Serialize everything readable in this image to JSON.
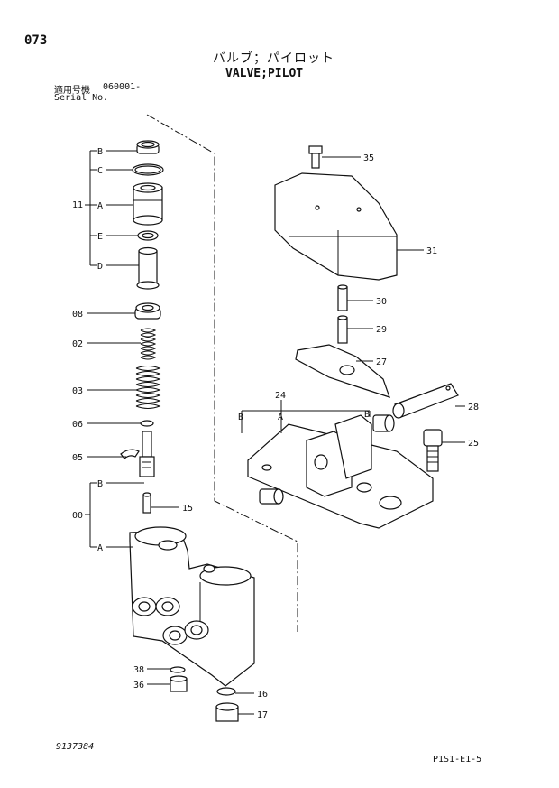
{
  "header": {
    "page_number": "073",
    "title_jp": "バルブ；パイロット",
    "title_en": "VALVE;PILOT",
    "serial_label_jp": "適用号機",
    "serial_value": "060001-",
    "serial_label_en": "Serial No."
  },
  "callouts": {
    "c11": "11",
    "B": "B",
    "C": "C",
    "A": "A",
    "E": "E",
    "D": "D",
    "c08": "08",
    "c02": "02",
    "c03": "03",
    "c06": "06",
    "c05": "05",
    "c00": "00",
    "B2": "B",
    "A2": "A",
    "c15": "15",
    "c38": "38",
    "c36": "36",
    "c16": "16",
    "c17": "17",
    "c35": "35",
    "c31": "31",
    "c30": "30",
    "c29": "29",
    "c27": "27",
    "c24": "24",
    "B3": "B",
    "A3": "A",
    "B4": "B",
    "c28": "28",
    "c25": "25"
  },
  "footer": {
    "doc_number": "9137384",
    "page_code": "P1S1-E1-5"
  }
}
